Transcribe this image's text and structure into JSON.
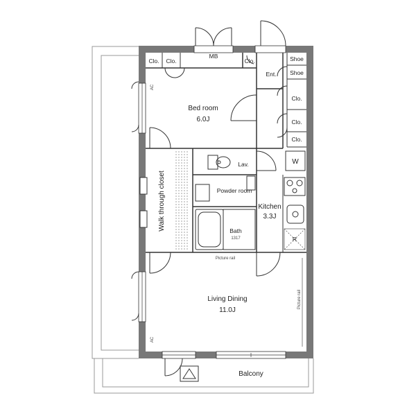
{
  "rooms": {
    "bedroom": {
      "name": "Bed room",
      "size": "6.0J"
    },
    "living": {
      "name": "Living Dining",
      "size": "11.0J"
    },
    "kitchen": {
      "name": "Kitchen",
      "size": "3.3J"
    },
    "walk_through": {
      "name": "Walk through closet"
    },
    "powder": {
      "name": "Powder room"
    },
    "bath": {
      "name": "Bath",
      "size": "1317"
    },
    "lavatory": {
      "name": "Lav."
    },
    "entrance": {
      "name": "Ent."
    },
    "balcony": {
      "name": "Balcony"
    }
  },
  "fixtures": {
    "mb": "MB",
    "closet": "Clo.",
    "shoe": "Shoe",
    "washer": "W",
    "refrigerator": "R",
    "ac": "AC",
    "picture_rail": "Picture rail"
  },
  "colors": {
    "wall": "#787878",
    "line": "#333333",
    "balcony_line": "#999999"
  }
}
